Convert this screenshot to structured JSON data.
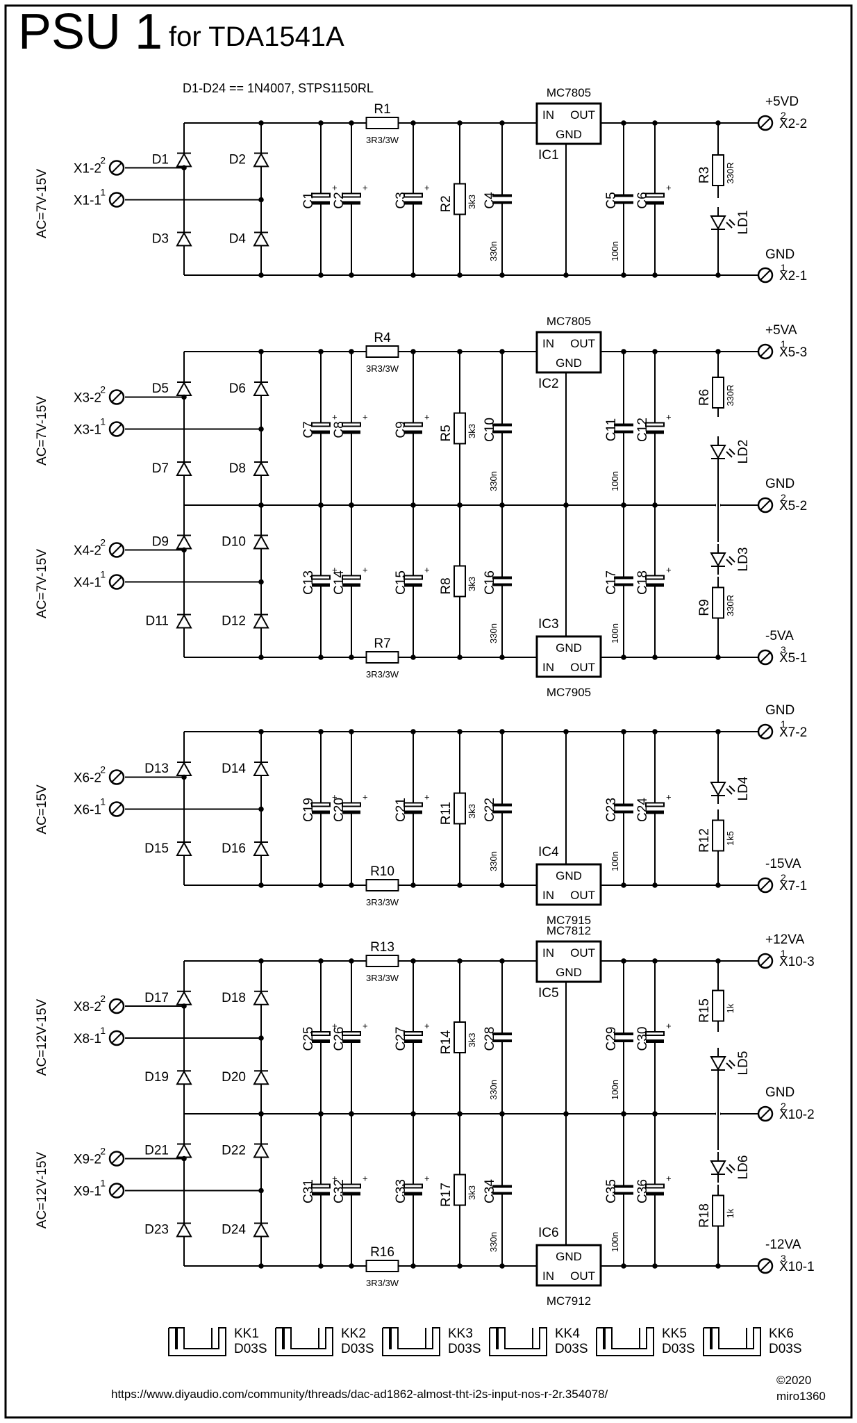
{
  "header": {
    "title": "PSU 1",
    "subtitle": "for TDA1541A",
    "note": "D1-D24 == 1N4007, STPS1150RL"
  },
  "sections": [
    {
      "id": "s1",
      "ac_label": "AC=7V-15V",
      "upper": {
        "diodes": [
          "D1",
          "D2",
          "D3",
          "D4"
        ],
        "inputs": [
          {
            "label": "X1-2",
            "pin": "2"
          },
          {
            "label": "X1-1",
            "pin": "1"
          }
        ],
        "caps": [
          "C1",
          "C2",
          "C3"
        ],
        "resistor": {
          "name": "R1",
          "value": "3R3/3W"
        },
        "bleeder": {
          "name": "R2",
          "value": "3k3"
        },
        "cin": {
          "name": "C4",
          "value": "330n"
        },
        "ic": {
          "name": "IC1",
          "part": "MC7805",
          "in": "IN",
          "out": "OUT",
          "gnd": "GND"
        },
        "cout": {
          "name": "C5",
          "value": "100n"
        },
        "cout2": "C6",
        "led_res": {
          "name": "R3",
          "value": "330R"
        },
        "led": "LD1",
        "out_top": {
          "label": "+5VD",
          "pin": "2",
          "term": "X2-2"
        },
        "out_bottom": {
          "label": "GND",
          "pin": "1",
          "term": "X2-1"
        }
      }
    },
    {
      "id": "s2",
      "upper": {
        "ac_label": "AC=7V-15V",
        "diodes": [
          "D5",
          "D6",
          "D7",
          "D8"
        ],
        "inputs": [
          {
            "label": "X3-2",
            "pin": "2"
          },
          {
            "label": "X3-1",
            "pin": "1"
          }
        ],
        "caps": [
          "C7",
          "C8",
          "C9"
        ],
        "resistor": {
          "name": "R4",
          "value": "3R3/3W"
        },
        "bleeder": {
          "name": "R5",
          "value": "3k3"
        },
        "cin": {
          "name": "C10",
          "value": "330n"
        },
        "ic": {
          "name": "IC2",
          "part": "MC7805",
          "in": "IN",
          "out": "OUT",
          "gnd": "GND"
        },
        "cout": {
          "name": "C11",
          "value": "100n"
        },
        "cout2": "C12",
        "led_res": {
          "name": "R6",
          "value": "330R"
        },
        "led": "LD2",
        "out_top": {
          "label": "+5VA",
          "pin": "1",
          "term": "X5-3"
        }
      },
      "gnd": {
        "label": "GND",
        "pin": "2",
        "term": "X5-2"
      },
      "lower": {
        "ac_label": "AC=7V-15V",
        "diodes": [
          "D9",
          "D10",
          "D11",
          "D12"
        ],
        "inputs": [
          {
            "label": "X4-2",
            "pin": "2"
          },
          {
            "label": "X4-1",
            "pin": "1"
          }
        ],
        "caps": [
          "C13",
          "C14",
          "C15"
        ],
        "resistor": {
          "name": "R7",
          "value": "3R3/3W"
        },
        "bleeder": {
          "name": "R8",
          "value": "3k3"
        },
        "cin": {
          "name": "C16",
          "value": "330n"
        },
        "ic": {
          "name": "IC3",
          "part": "MC7905",
          "in": "IN",
          "out": "OUT",
          "gnd": "GND"
        },
        "cout": {
          "name": "C17",
          "value": "100n"
        },
        "cout2": "C18",
        "led_res": {
          "name": "R9",
          "value": "330R"
        },
        "led": "LD3",
        "out_bottom": {
          "label": "-5VA",
          "pin": "3",
          "term": "X5-1"
        }
      }
    },
    {
      "id": "s3",
      "ac_label": "AC=15V",
      "lower": {
        "diodes": [
          "D13",
          "D14",
          "D15",
          "D16"
        ],
        "inputs": [
          {
            "label": "X6-2",
            "pin": "2"
          },
          {
            "label": "X6-1",
            "pin": "1"
          }
        ],
        "caps": [
          "C19",
          "C20",
          "C21"
        ],
        "resistor": {
          "name": "R10",
          "value": "3R3/3W"
        },
        "bleeder": {
          "name": "R11",
          "value": "3k3"
        },
        "cin": {
          "name": "C22",
          "value": "330n"
        },
        "ic": {
          "name": "IC4",
          "part": "MC7915",
          "in": "IN",
          "out": "OUT",
          "gnd": "GND"
        },
        "cout": {
          "name": "C23",
          "value": "100n"
        },
        "cout2": "C24",
        "led_res": {
          "name": "R12",
          "value": "1k5"
        },
        "led": "LD4",
        "out_top": {
          "label": "GND",
          "pin": "1",
          "term": "X7-2"
        },
        "out_bottom": {
          "label": "-15VA",
          "pin": "2",
          "term": "X7-1"
        }
      }
    },
    {
      "id": "s4",
      "upper": {
        "ac_label": "AC=12V-15V",
        "diodes": [
          "D17",
          "D18",
          "D19",
          "D20"
        ],
        "inputs": [
          {
            "label": "X8-2",
            "pin": "2"
          },
          {
            "label": "X8-1",
            "pin": "1"
          }
        ],
        "caps": [
          "C25",
          "C26",
          "C27"
        ],
        "resistor": {
          "name": "R13",
          "value": "3R3/3W"
        },
        "bleeder": {
          "name": "R14",
          "value": "3k3"
        },
        "cin": {
          "name": "C28",
          "value": "330n"
        },
        "ic": {
          "name": "IC5",
          "part": "MC7812",
          "in": "IN",
          "out": "OUT",
          "gnd": "GND"
        },
        "cout": {
          "name": "C29",
          "value": "100n"
        },
        "cout2": "C30",
        "led_res": {
          "name": "R15",
          "value": "1k"
        },
        "led": "LD5",
        "out_top": {
          "label": "+12VA",
          "pin": "1",
          "term": "X10-3"
        }
      },
      "gnd": {
        "label": "GND",
        "pin": "2",
        "term": "X10-2"
      },
      "lower": {
        "ac_label": "AC=12V-15V",
        "diodes": [
          "D21",
          "D22",
          "D23",
          "D24"
        ],
        "inputs": [
          {
            "label": "X9-2",
            "pin": "2"
          },
          {
            "label": "X9-1",
            "pin": "1"
          }
        ],
        "caps": [
          "C31",
          "C32",
          "C33"
        ],
        "resistor": {
          "name": "R16",
          "value": "3R3/3W"
        },
        "bleeder": {
          "name": "R17",
          "value": "3k3"
        },
        "cin": {
          "name": "C34",
          "value": "330n"
        },
        "ic": {
          "name": "IC6",
          "part": "MC7912",
          "in": "IN",
          "out": "OUT",
          "gnd": "GND"
        },
        "cout": {
          "name": "C35",
          "value": "100n"
        },
        "cout2": "C36",
        "led_res": {
          "name": "R18",
          "value": "1k"
        },
        "led": "LD6",
        "out_bottom": {
          "label": "-12VA",
          "pin": "3",
          "term": "X10-1"
        }
      }
    }
  ],
  "heatsinks": [
    {
      "name": "KK1",
      "type": "D03S"
    },
    {
      "name": "KK2",
      "type": "D03S"
    },
    {
      "name": "KK3",
      "type": "D03S"
    },
    {
      "name": "KK4",
      "type": "D03S"
    },
    {
      "name": "KK5",
      "type": "D03S"
    },
    {
      "name": "KK6",
      "type": "D03S"
    }
  ],
  "footer": {
    "url": "https://www.diyaudio.com/community/threads/dac-ad1862-almost-tht-i2s-input-nos-r-2r.354078/",
    "copyright": "©2020",
    "author": "miro1360"
  }
}
